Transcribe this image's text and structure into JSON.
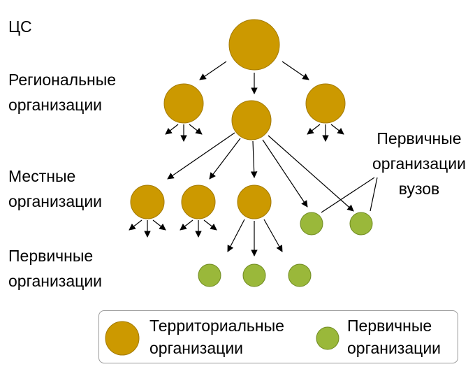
{
  "colors": {
    "territorial": "#cc9900",
    "territorial_stroke": "#a37a00",
    "primary": "#9ab83a",
    "primary_stroke": "#6f8a20",
    "arrow": "#000000"
  },
  "levels": {
    "cs": "ЦС",
    "regional": [
      "Региональные",
      "организации"
    ],
    "local": [
      "Местные",
      "организации"
    ],
    "primary": [
      "Первичные",
      "организации"
    ]
  },
  "university_label": [
    "Первичные",
    "организации",
    "вузов"
  ],
  "legend": {
    "territorial": [
      "Территориальные",
      "организации"
    ],
    "primary": [
      "Первичные",
      "организации"
    ]
  }
}
